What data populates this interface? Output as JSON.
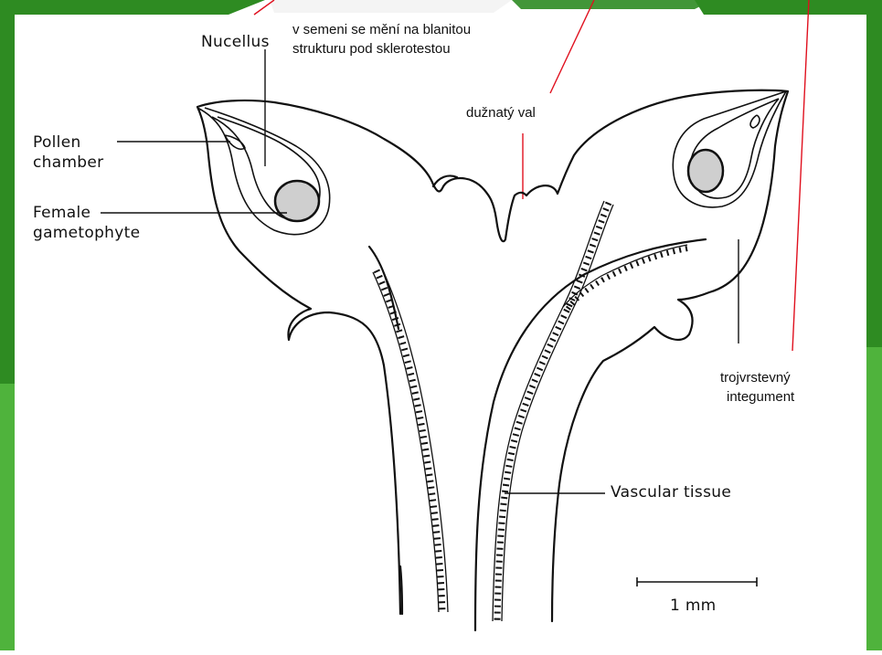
{
  "labels": {
    "nucellus": "Nucellus",
    "nucellus_note_line1": "v semeni se mění na blanitou",
    "nucellus_note_line2": "strukturu pod sklerotestou",
    "pollen_chamber_line1": "Pollen",
    "pollen_chamber_line2": "chamber",
    "female_line1": "Female",
    "female_line2": "gametophyte",
    "fleshy_ridge": "dužnatý val",
    "integument_line1": "trojvrstevný",
    "integument_line2": "integument",
    "vascular_tissue": "Vascular tissue",
    "scale": "1 mm"
  },
  "colors": {
    "frame_green": "#2e8b22",
    "frame_green_light": "#4fb33c",
    "annotation_red": "#e0101e",
    "ink": "#111111"
  }
}
